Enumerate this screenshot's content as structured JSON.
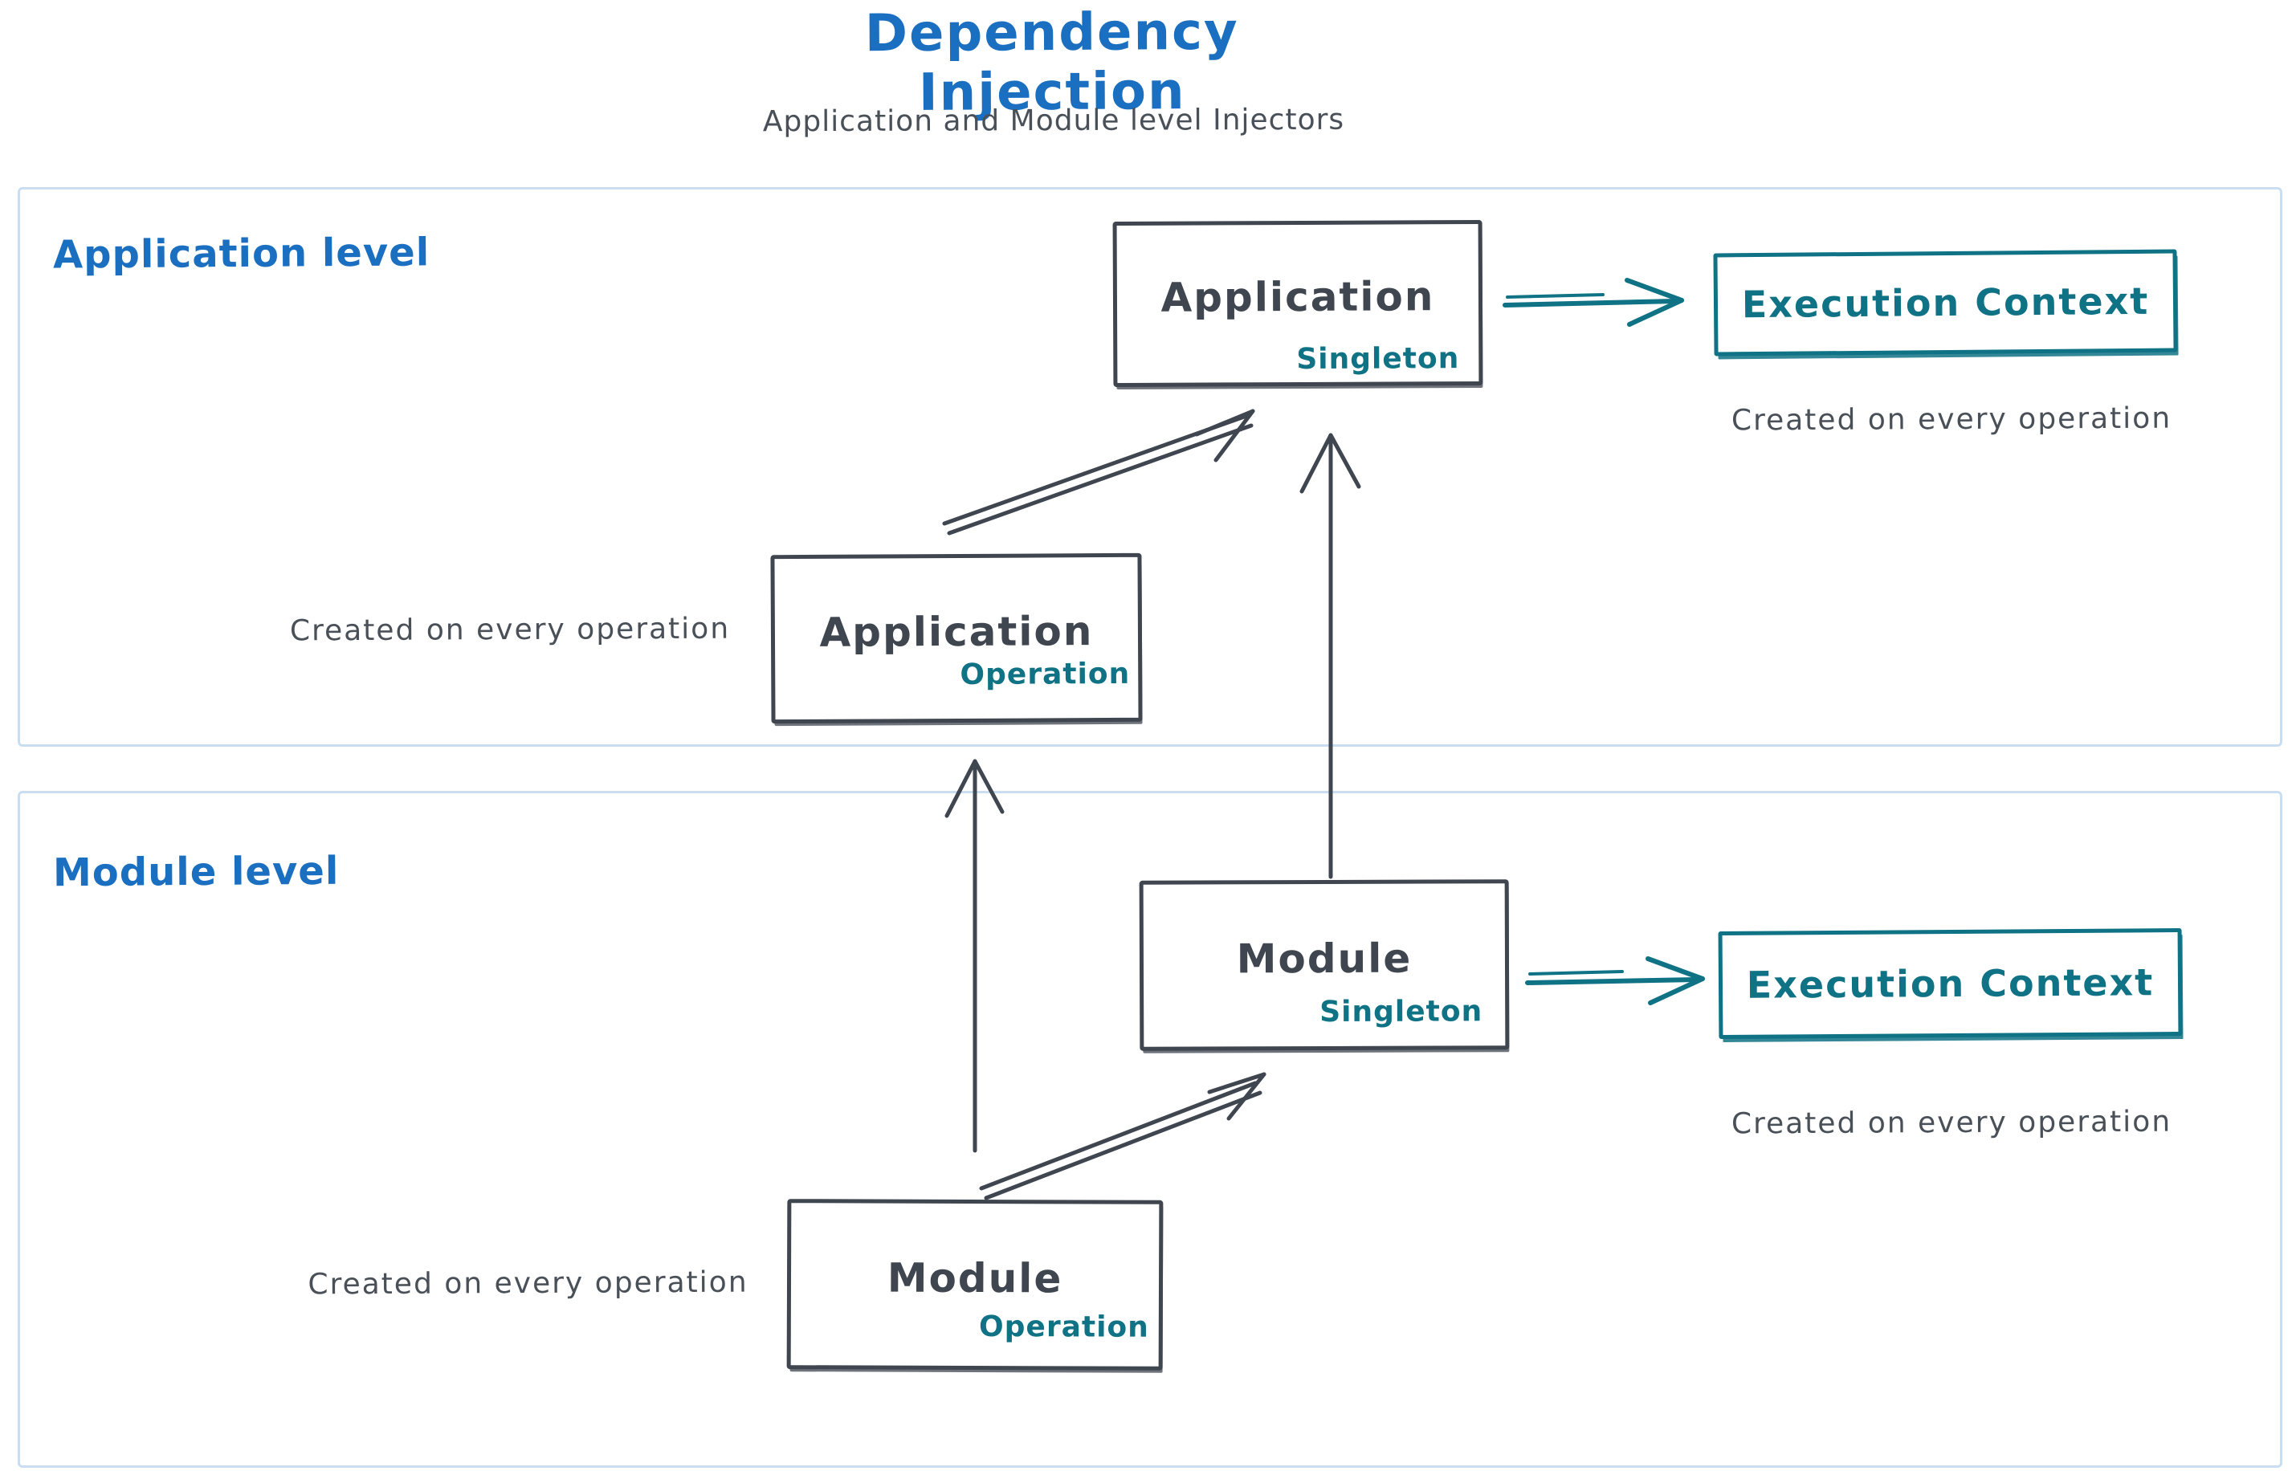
{
  "header": {
    "title": "Dependency Injection",
    "subtitle": "Application and Module level Injectors"
  },
  "sections": {
    "application": {
      "label": "Application level"
    },
    "module": {
      "label": "Module level"
    }
  },
  "nodes": {
    "app_singleton": {
      "title": "Application",
      "tag": "Singleton"
    },
    "app_operation": {
      "title": "Application",
      "tag": "Operation"
    },
    "module_singleton": {
      "title": "Module",
      "tag": "Singleton"
    },
    "module_operation": {
      "title": "Module",
      "tag": "Operation"
    },
    "exec_top": {
      "title": "Execution Context"
    },
    "exec_bottom": {
      "title": "Execution Context"
    }
  },
  "captions": {
    "app_operation": "Created on every operation",
    "module_operation": "Created on every operation",
    "exec_top": "Created on every operation",
    "exec_bottom": "Created on every operation"
  },
  "colors": {
    "title_blue": "#1b6fc1",
    "teal_accent": "#0f7285",
    "box_stroke": "#3f4650",
    "caption_gray": "#4a5058",
    "container_border": "#c9def2",
    "background": "#ffffff"
  }
}
